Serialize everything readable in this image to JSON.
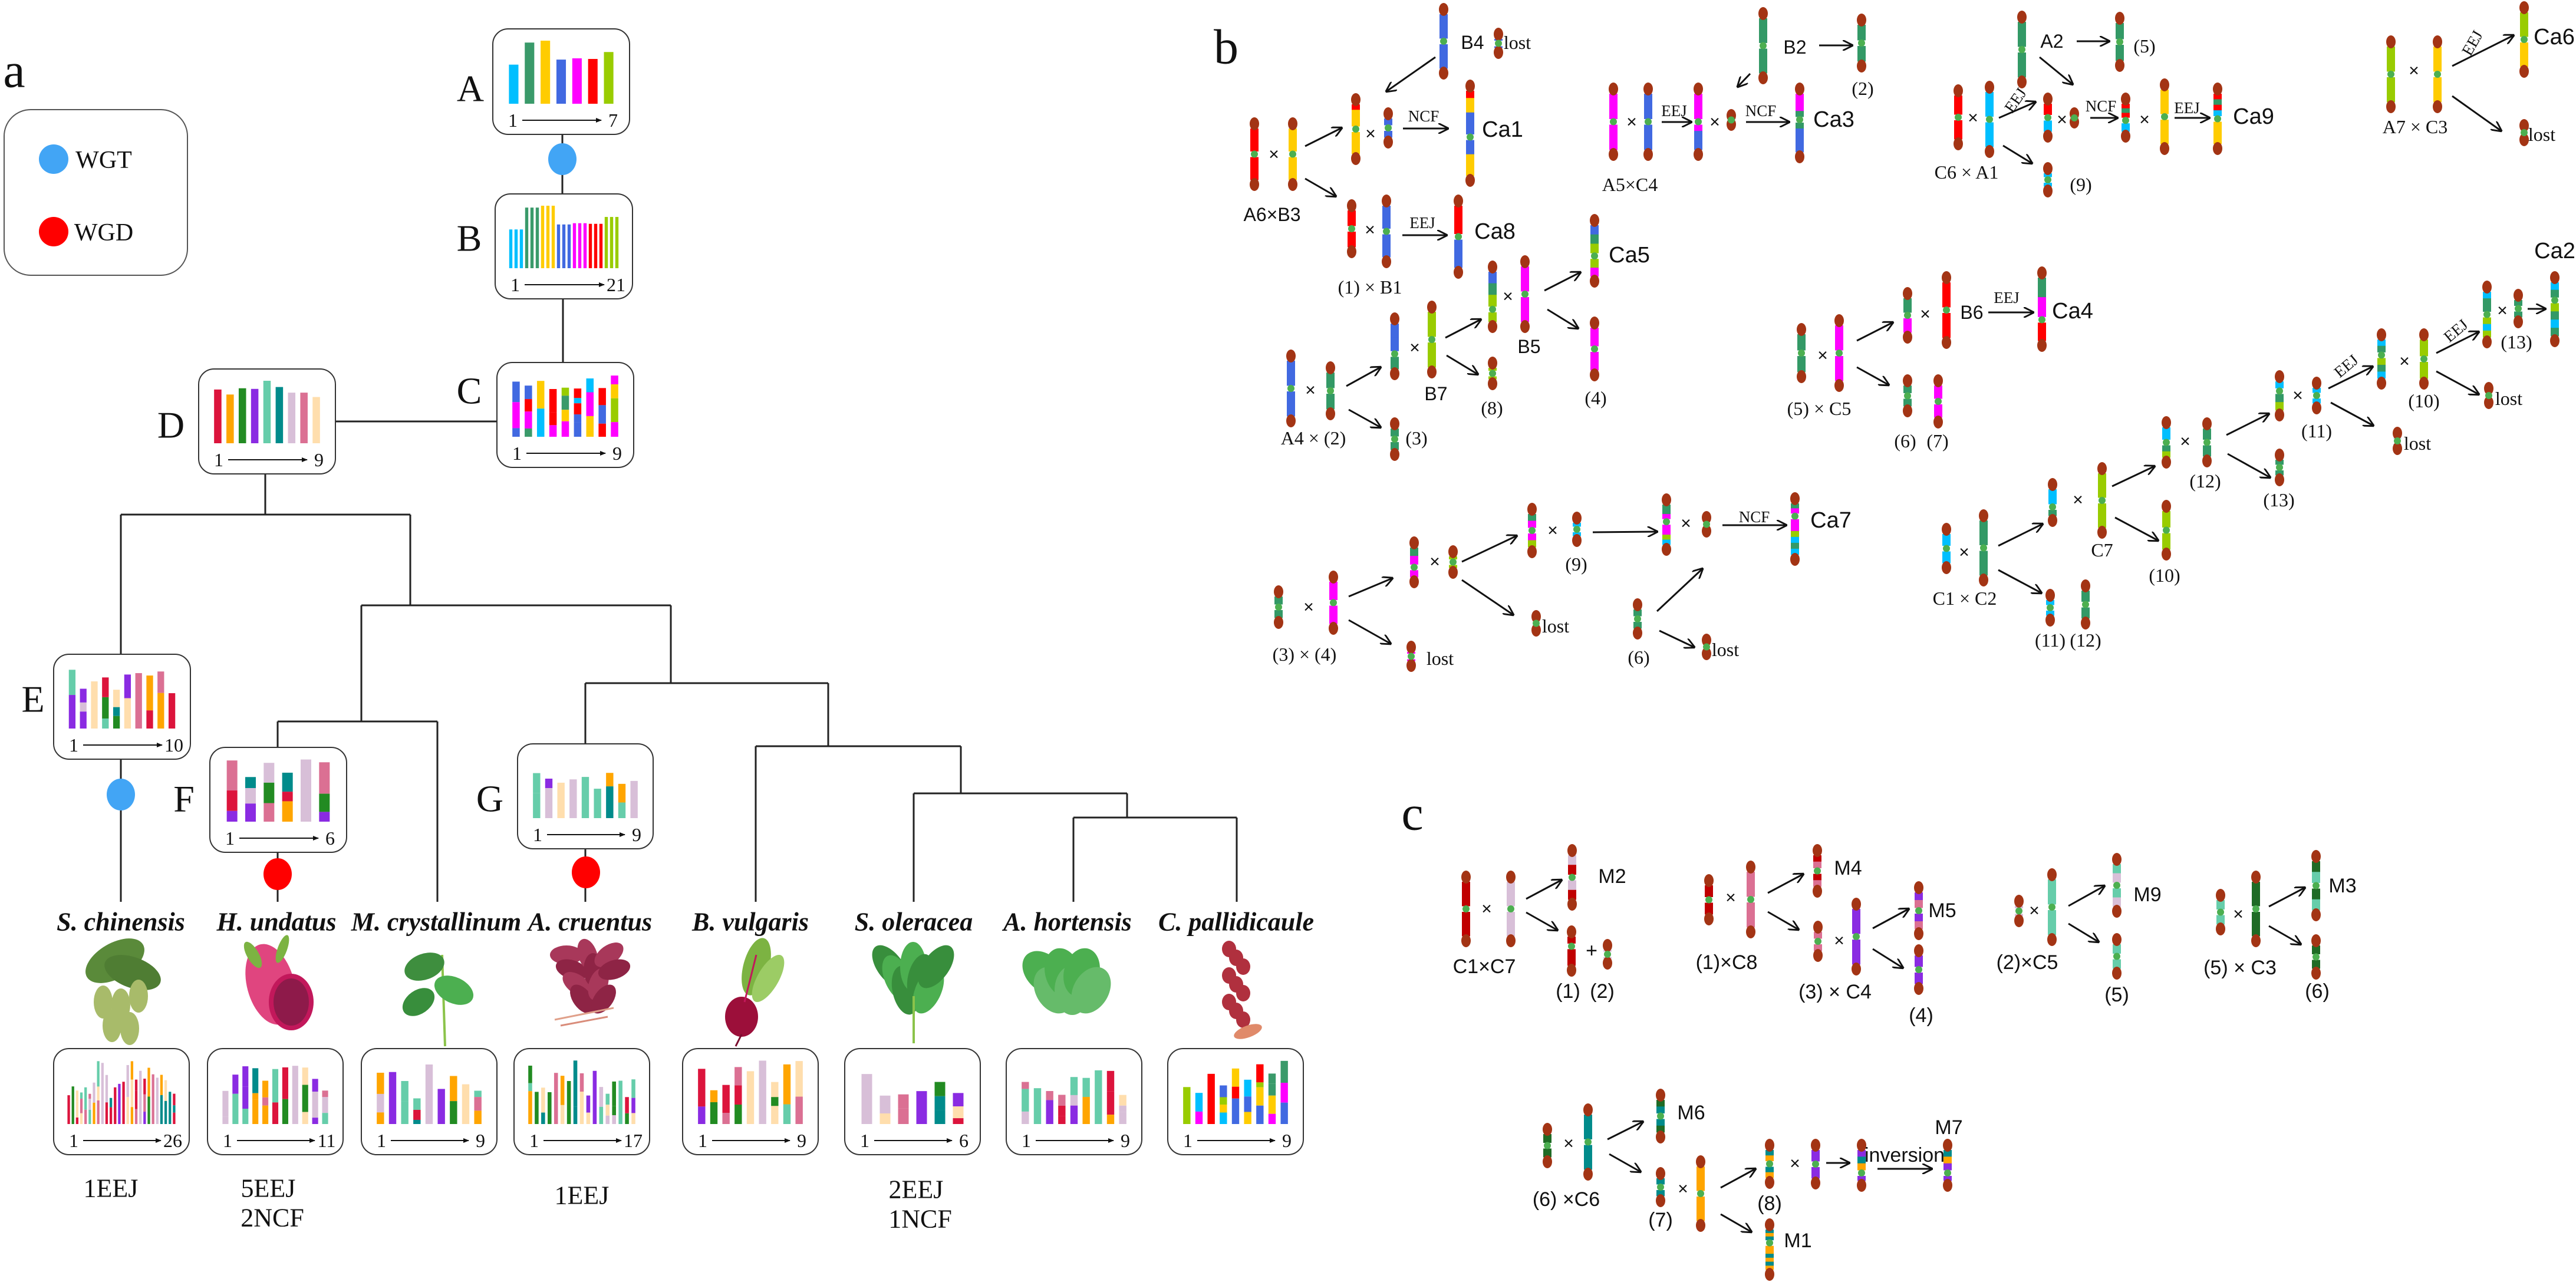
{
  "panel_labels": {
    "a": "a",
    "b": "b",
    "c": "c"
  },
  "legend": {
    "wgt": "WGT",
    "wgd": "WGD",
    "wgt_color": "#42a5f5",
    "wgd_color": "#ff0000"
  },
  "ancestors": [
    {
      "label": "A",
      "start": "1",
      "end": "7"
    },
    {
      "label": "B",
      "start": "1",
      "end": "21"
    },
    {
      "label": "C",
      "start": "1",
      "end": "9"
    },
    {
      "label": "D",
      "start": "1",
      "end": "9"
    },
    {
      "label": "E",
      "start": "1",
      "end": "10"
    },
    {
      "label": "F",
      "start": "1",
      "end": "6"
    },
    {
      "label": "G",
      "start": "1",
      "end": "9"
    }
  ],
  "species": [
    {
      "name": "S. chinensis",
      "start": "1",
      "end": "26",
      "events": [
        "1EEJ"
      ]
    },
    {
      "name": "H. undatus",
      "start": "1",
      "end": "11",
      "events": [
        "5EEJ",
        "2NCF"
      ]
    },
    {
      "name": "M. crystallinum",
      "start": "1",
      "end": "9",
      "events": []
    },
    {
      "name": "A. cruentus",
      "start": "1",
      "end": "17",
      "events": [
        "1EEJ"
      ]
    },
    {
      "name": "B. vulgaris",
      "start": "1",
      "end": "9",
      "events": []
    },
    {
      "name": "S. oleracea",
      "start": "1",
      "end": "6",
      "events": [
        "2EEJ",
        "1NCF"
      ]
    },
    {
      "name": "A. hortensis",
      "start": "1",
      "end": "9",
      "events": []
    },
    {
      "name": "C. pallidicaule",
      "start": "1",
      "end": "9",
      "events": []
    }
  ],
  "cross_symbol": "×",
  "panel_b": {
    "labels": [
      "B4",
      "lost",
      "NCF",
      "Ca1",
      "A6×B3",
      "EEJ",
      "Ca8",
      "(1) × B1",
      "A5×C4",
      "EEJ",
      "NCF",
      "Ca3",
      "B2",
      "(2)",
      "A2",
      "(5)",
      "C6 × A1",
      "EEJ",
      "NCF",
      "EEJ",
      "Ca9",
      "(9)",
      "A7 × C3",
      "EEJ",
      "Ca6",
      "lost",
      "Ca5",
      "B7",
      "(3)",
      "A4 × (2)",
      "B5",
      "(8)",
      "(4)",
      "(5) × C5",
      "B6",
      "EEJ",
      "Ca4",
      "(6)",
      "(7)",
      "C1 × C2",
      "C7",
      "(11)",
      "(12)",
      "(10)",
      "(12)",
      "(13)",
      "(11)",
      "EEJ",
      "lost",
      "(10)",
      "EEJ",
      "lost",
      "(13)",
      "Ca2",
      "(3) × (4)",
      "lost",
      "lost",
      "(9)",
      "NCF",
      "Ca7",
      "(6)",
      "lost"
    ]
  },
  "panel_c": {
    "labels": [
      "M2",
      "C1×C7",
      "+",
      "(1)",
      "(2)",
      "M4",
      "(1)×C8",
      "M5",
      "(3) × C4",
      "(4)",
      "M9",
      "(2)×C5",
      "(5)",
      "M3",
      "(5) × C3",
      "(6)",
      "M6",
      "(6) ×C6",
      "(7)",
      "(8)",
      "inversion",
      "M7",
      "M1"
    ]
  }
}
